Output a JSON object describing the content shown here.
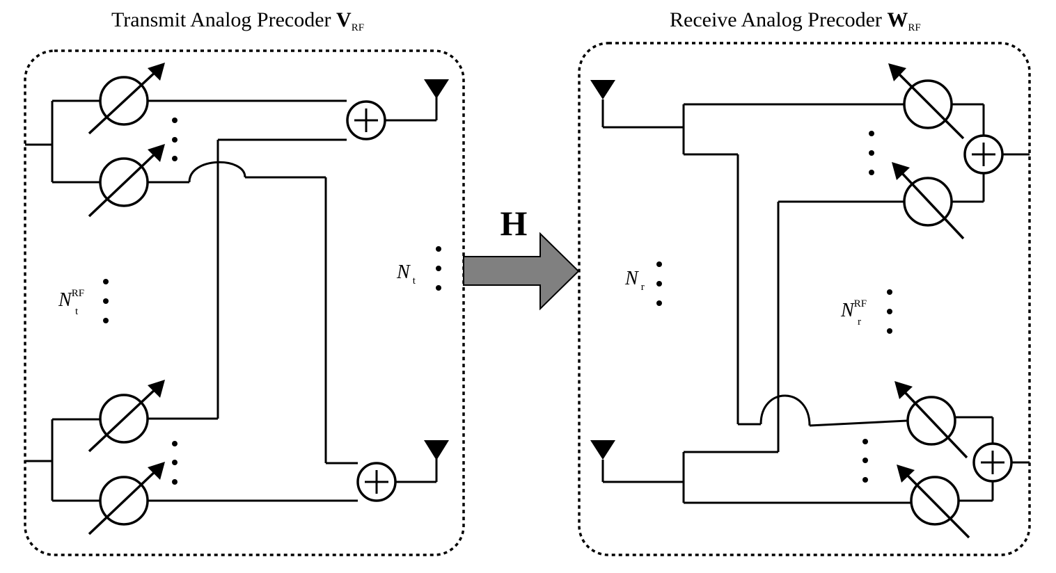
{
  "transmit": {
    "title": "Transmit Analog Precoder ",
    "title_symbol": "V",
    "title_sub": "RF",
    "n_rf_label": "N",
    "n_rf_sup": "RF",
    "n_rf_sub": "t",
    "n_ant_label": "N",
    "n_ant_sub": "t"
  },
  "receive": {
    "title": "Receive Analog Precoder ",
    "title_symbol": "W",
    "title_sub": "RF",
    "n_rf_label": "N",
    "n_rf_sup": "RF",
    "n_rf_sub": "r",
    "n_ant_label": "N",
    "n_ant_sub": "r"
  },
  "channel": {
    "label": "H",
    "arrow_color": "#808080"
  },
  "icons": {
    "phase_shifter": "phase-shifter-icon",
    "combiner": "adder-icon",
    "antenna": "antenna-icon"
  }
}
